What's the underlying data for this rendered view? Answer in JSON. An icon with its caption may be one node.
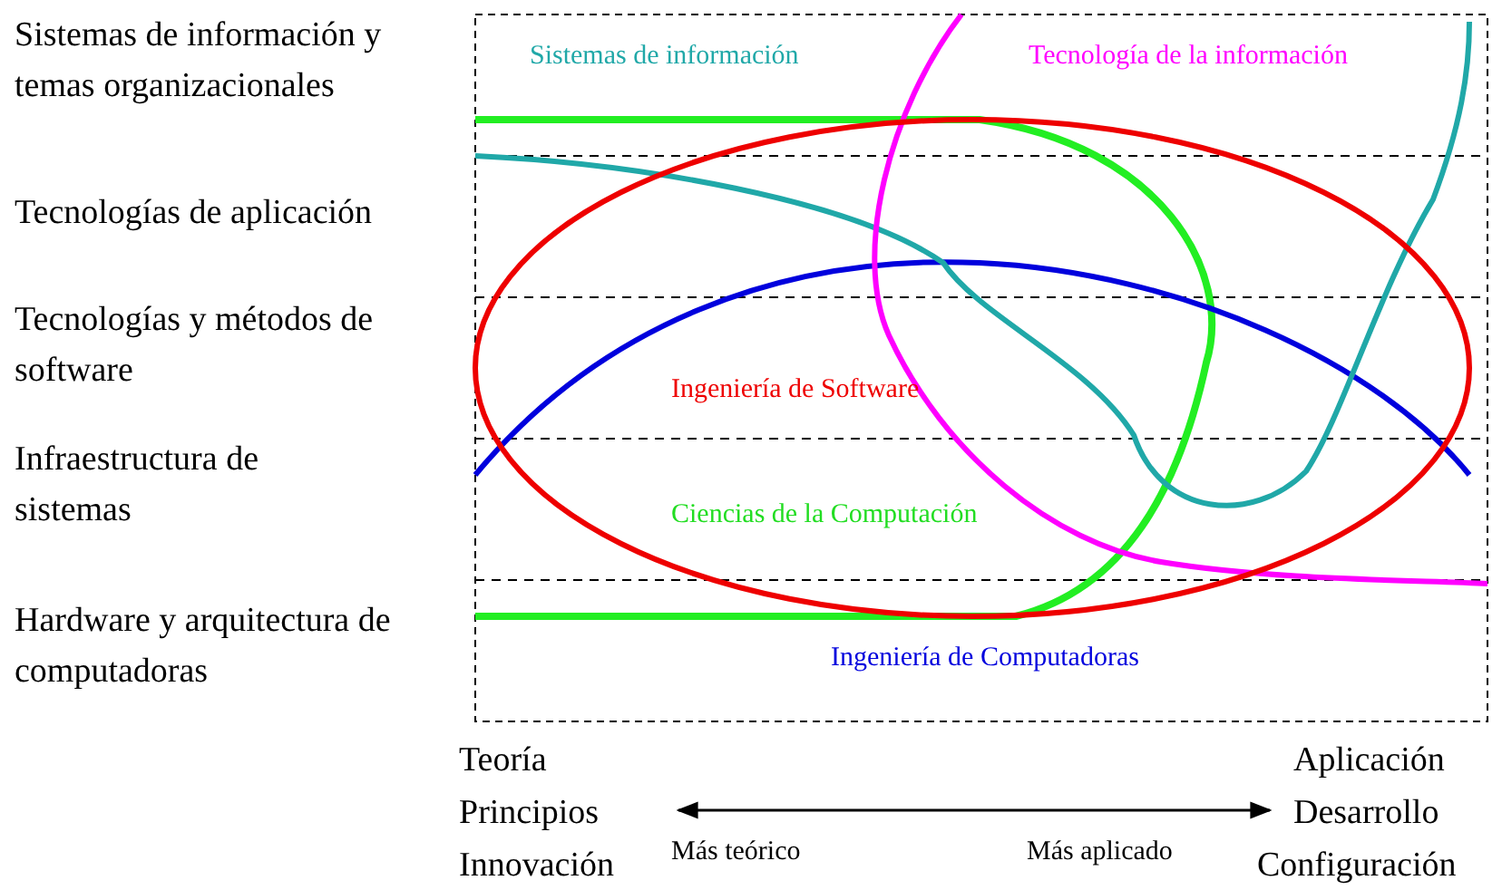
{
  "diagram": {
    "labels": [
      "Sistemas de información y temas organizacionales",
      "Sistemas de información",
      "Tecnología de la información",
      "Tecnologías de aplicación",
      "Tecnologías y métodos de software",
      "Ingeniería de Software",
      "Infraestructura de sistemas",
      "Ciencias de la Computación",
      "Hardware y arquitectura de computadoras",
      "Ingeniería de Computadoras",
      "Teoría",
      "Principios",
      "Innovación",
      "Más teórico",
      "Más aplicado",
      "Aplicación",
      "Desarrollo",
      "Configuración"
    ]
  }
}
